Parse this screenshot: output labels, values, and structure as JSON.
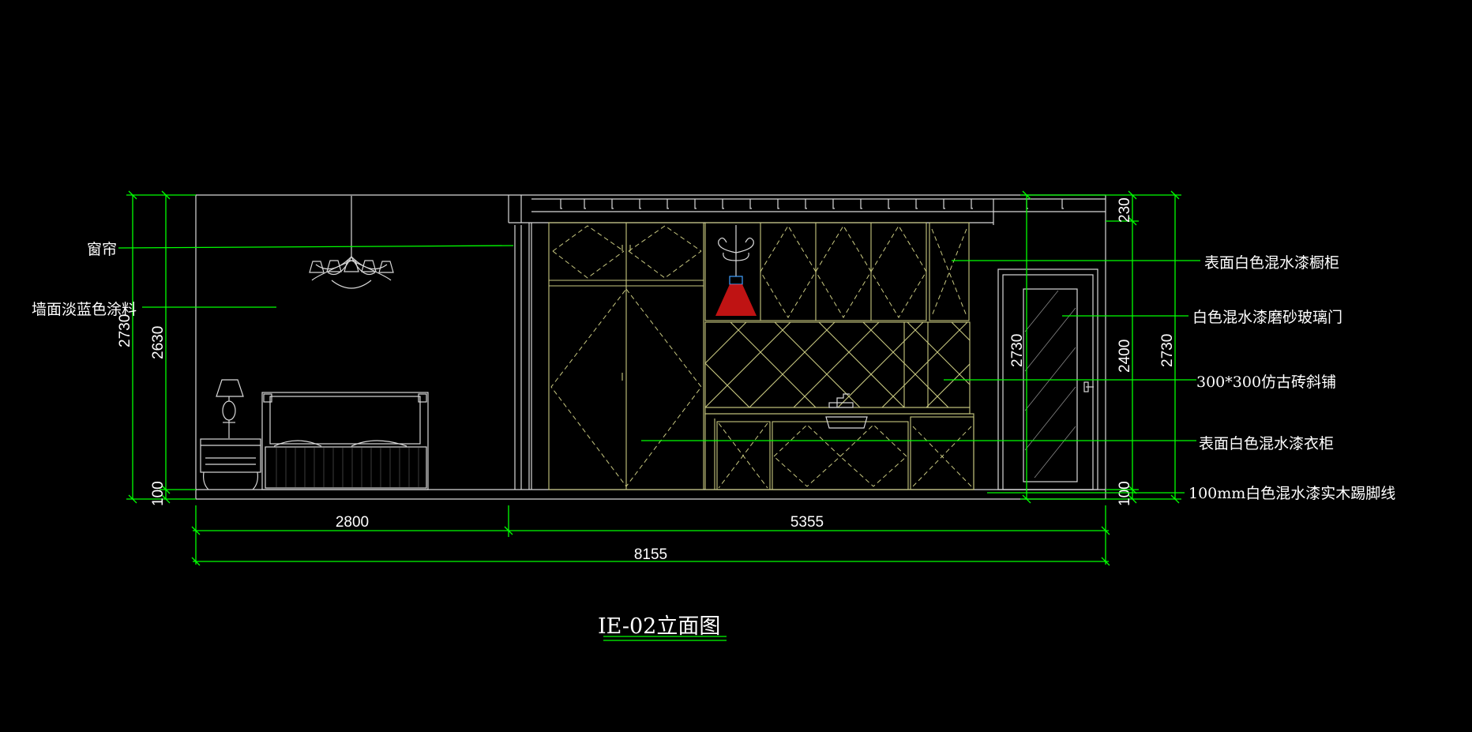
{
  "title": "IE-02立面图",
  "annotations": {
    "curtain": "窗帘",
    "wall_paint": "墙面淡蓝色涂料",
    "upper_cabinet": "表面白色混水漆橱柜",
    "glass_door": "白色混水漆磨砂玻璃门",
    "tile": "300*300仿古砖斜铺",
    "wardrobe": "表面白色混水漆衣柜",
    "skirting": "100mm白色混水漆实木踢脚线"
  },
  "dimensions": {
    "left_total_height": "2730",
    "left_wall_height": "2630",
    "left_skirting": "100",
    "right_door_zone_height": "2730",
    "right_top": "230",
    "right_mid": "2400",
    "right_skirting": "100",
    "right_total_height": "2730",
    "width_left": "2800",
    "width_right": "5355",
    "width_total": "8155"
  },
  "colors": {
    "background": "#000000",
    "dimension_lines": "#00ff00",
    "drawing_lines": "#d8d8d8",
    "cabinet_lines": "#c8c880",
    "lamp_highlight": "#ff2020",
    "text": "#ffffff"
  }
}
